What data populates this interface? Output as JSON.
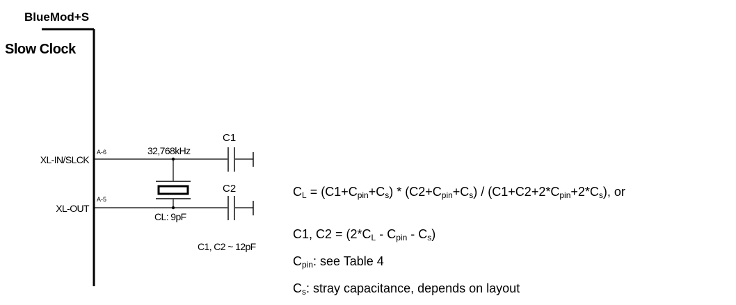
{
  "module": {
    "title": "BlueMod+S",
    "section": "Slow Clock"
  },
  "pins": [
    {
      "name": "XL-IN/SLCK",
      "number": "A-6"
    },
    {
      "name": "XL-OUT",
      "number": "A-5"
    }
  ],
  "crystal": {
    "frequency": "32,768kHz",
    "load": "CL: 9pF"
  },
  "capacitors": {
    "c1": "C1",
    "c2": "C2",
    "range": "C1, C2 ~ 12pF"
  },
  "formulas": {
    "line1": {
      "parts": [
        {
          "t": "C"
        },
        {
          "s": "L"
        },
        {
          "t": " = (C1+C"
        },
        {
          "s": "pin"
        },
        {
          "t": "+C"
        },
        {
          "s": "s"
        },
        {
          "t": ") * (C2+C"
        },
        {
          "s": "pin"
        },
        {
          "t": "+C"
        },
        {
          "s": "s"
        },
        {
          "t": ") / (C1+C2+2*C"
        },
        {
          "s": "pin"
        },
        {
          "t": "+2*C"
        },
        {
          "s": "s"
        },
        {
          "t": "), or"
        }
      ]
    },
    "line2": {
      "parts": [
        {
          "t": "C1, C2 = (2*C"
        },
        {
          "s": "L"
        },
        {
          "t": " - C"
        },
        {
          "s": "pin"
        },
        {
          "t": " - C"
        },
        {
          "s": "s"
        },
        {
          "t": ")"
        }
      ]
    },
    "line3": {
      "parts": [
        {
          "t": "C"
        },
        {
          "s": "pin"
        },
        {
          "t": ": see Table 4"
        }
      ]
    },
    "line4": {
      "parts": [
        {
          "t": "C"
        },
        {
          "s": "s"
        },
        {
          "t": ": stray capacitance, depends on layout"
        }
      ]
    }
  }
}
